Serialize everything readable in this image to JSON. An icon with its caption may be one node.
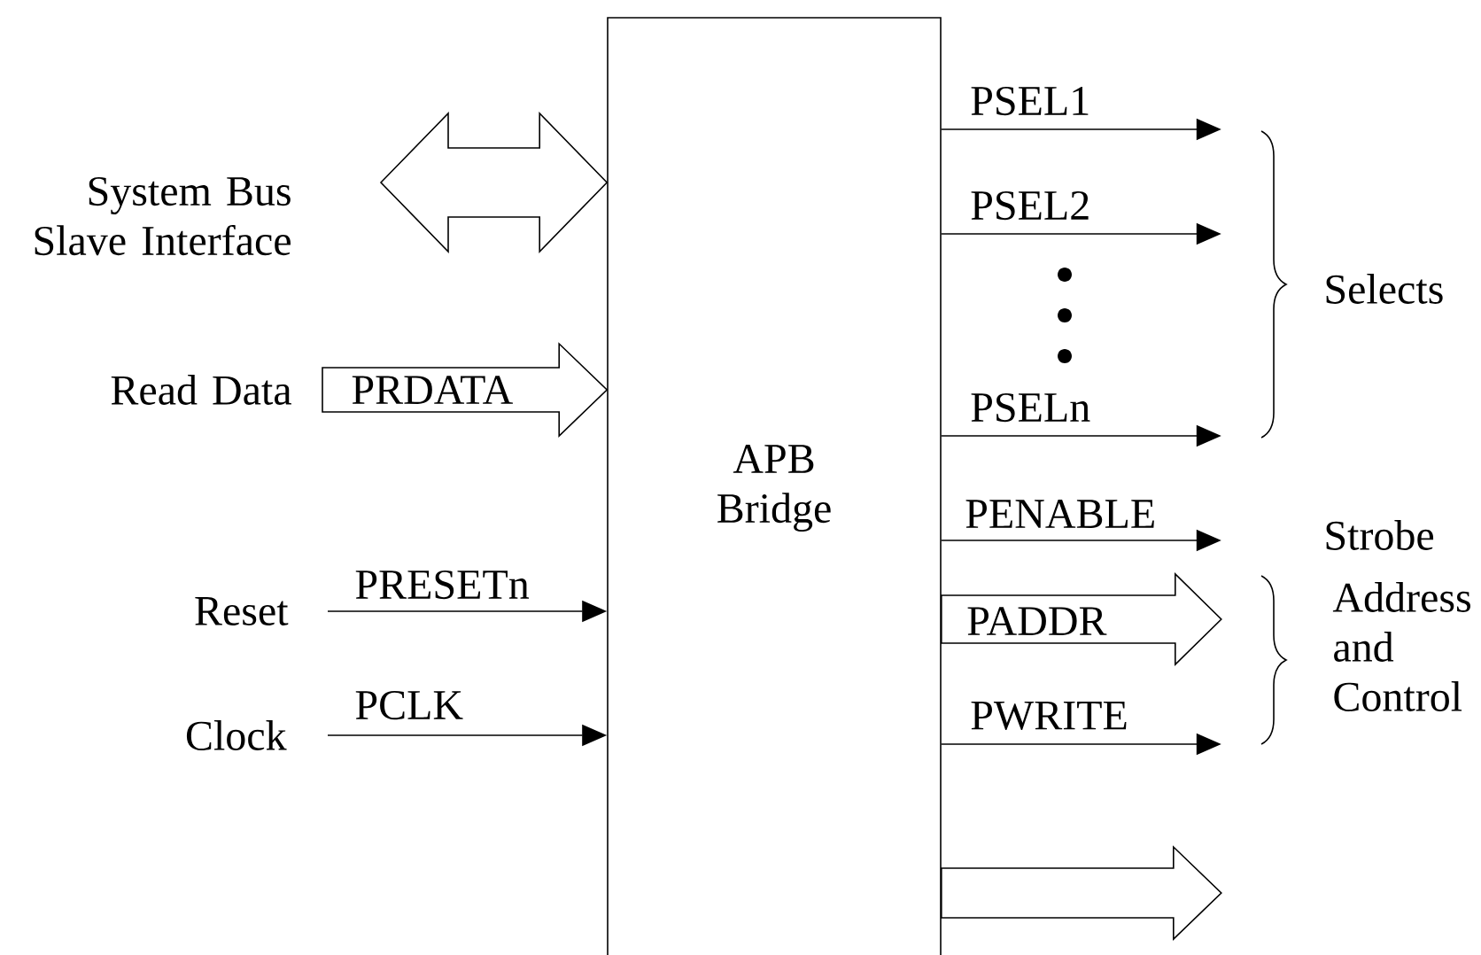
{
  "diagram": {
    "nodes": [
      {
        "text": [
          "APB Bridge"
        ]
      },
      {
        "text": [
          "System Bus Slave Interface"
        ]
      },
      {
        "text": [
          "Read Data"
        ]
      },
      {
        "text": [
          "Reset"
        ]
      },
      {
        "text": [
          "Clock"
        ]
      }
    ],
    "edges": [
      {
        "from": 1,
        "to": 0,
        "arrow": "both",
        "style": "thick"
      },
      {
        "from": 2,
        "to": 0,
        "arrow": "to",
        "style": "thick",
        "label": "PRDATA"
      },
      {
        "from": 3,
        "to": 0,
        "arrow": "to",
        "label": "PRESETn"
      },
      {
        "from": 4,
        "to": 0,
        "arrow": "to",
        "label": "PCLK"
      },
      {
        "from": 0,
        "to": null,
        "arrow": "to",
        "label": "PSEL1"
      },
      {
        "from": 0,
        "to": null,
        "arrow": "to",
        "label": "PSEL2"
      },
      {
        "from": 0,
        "to": null,
        "arrow": "to",
        "label": "PSELn"
      },
      {
        "from": 0,
        "to": null,
        "arrow": "to",
        "label": "PENABLE"
      },
      {
        "from": 0,
        "to": null,
        "arrow": "to",
        "style": "thick",
        "label": "PADDR"
      },
      {
        "from": 0,
        "to": null,
        "arrow": "to",
        "label": "PWRITE"
      },
      {
        "from": 0,
        "to": null,
        "arrow": "to",
        "style": "thick"
      }
    ],
    "labels": [
      "Selects",
      "Strobe",
      "Address and Control"
    ]
  }
}
